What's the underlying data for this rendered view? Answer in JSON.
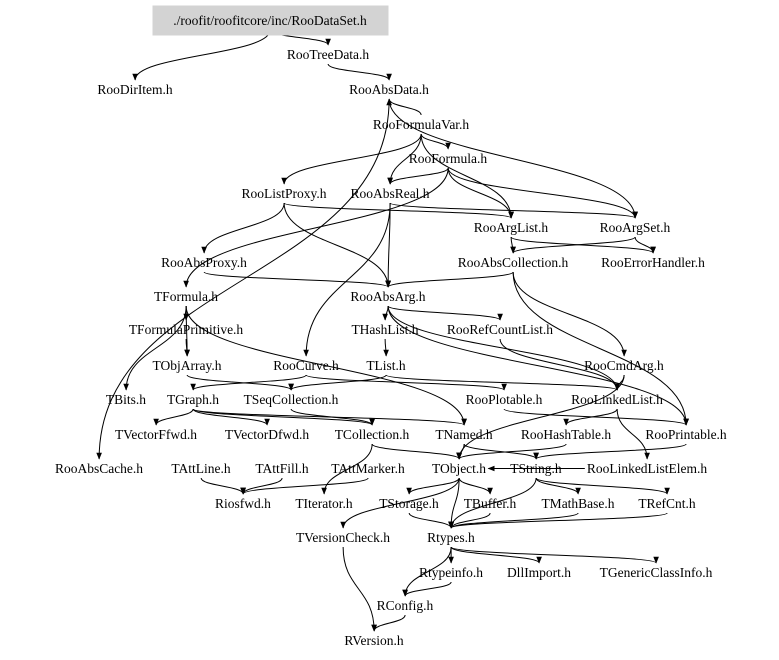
{
  "diagram": {
    "type": "include-dependency-graph",
    "root": {
      "id": "root",
      "label": "./roofit/roofitcore/inc/RooDataSet.h",
      "highlight_color": "#d3d3d3"
    },
    "nodes": [
      {
        "id": "RooTreeData",
        "label": "RooTreeData.h"
      },
      {
        "id": "RooDirItem",
        "label": "RooDirItem.h"
      },
      {
        "id": "RooAbsData",
        "label": "RooAbsData.h"
      },
      {
        "id": "RooFormulaVar",
        "label": "RooFormulaVar.h"
      },
      {
        "id": "RooFormula",
        "label": "RooFormula.h"
      },
      {
        "id": "RooListProxy",
        "label": "RooListProxy.h"
      },
      {
        "id": "RooAbsReal",
        "label": "RooAbsReal.h"
      },
      {
        "id": "RooArgList",
        "label": "RooArgList.h"
      },
      {
        "id": "RooArgSet",
        "label": "RooArgSet.h"
      },
      {
        "id": "RooAbsProxy",
        "label": "RooAbsProxy.h"
      },
      {
        "id": "RooAbsCollection",
        "label": "RooAbsCollection.h"
      },
      {
        "id": "RooErrorHandler",
        "label": "RooErrorHandler.h"
      },
      {
        "id": "TFormula",
        "label": "TFormula.h"
      },
      {
        "id": "RooAbsArg",
        "label": "RooAbsArg.h"
      },
      {
        "id": "TFormulaPrimitive",
        "label": "TFormulaPrimitive.h"
      },
      {
        "id": "THashList",
        "label": "THashList.h"
      },
      {
        "id": "RooRefCountList",
        "label": "RooRefCountList.h"
      },
      {
        "id": "TObjArray",
        "label": "TObjArray.h"
      },
      {
        "id": "RooCurve",
        "label": "RooCurve.h"
      },
      {
        "id": "TList",
        "label": "TList.h"
      },
      {
        "id": "RooCmdArg",
        "label": "RooCmdArg.h"
      },
      {
        "id": "TBits",
        "label": "TBits.h"
      },
      {
        "id": "TGraph",
        "label": "TGraph.h"
      },
      {
        "id": "TSeqCollection",
        "label": "TSeqCollection.h"
      },
      {
        "id": "RooPlotable",
        "label": "RooPlotable.h"
      },
      {
        "id": "RooLinkedList",
        "label": "RooLinkedList.h"
      },
      {
        "id": "TVectorFfwd",
        "label": "TVectorFfwd.h"
      },
      {
        "id": "TVectorDfwd",
        "label": "TVectorDfwd.h"
      },
      {
        "id": "TCollection",
        "label": "TCollection.h"
      },
      {
        "id": "TNamed",
        "label": "TNamed.h"
      },
      {
        "id": "RooHashTable",
        "label": "RooHashTable.h"
      },
      {
        "id": "RooPrintable",
        "label": "RooPrintable.h"
      },
      {
        "id": "RooAbsCache",
        "label": "RooAbsCache.h"
      },
      {
        "id": "TAttLine",
        "label": "TAttLine.h"
      },
      {
        "id": "TAttFill",
        "label": "TAttFill.h"
      },
      {
        "id": "TAttMarker",
        "label": "TAttMarker.h"
      },
      {
        "id": "TObject",
        "label": "TObject.h"
      },
      {
        "id": "TString",
        "label": "TString.h"
      },
      {
        "id": "RooLinkedListElem",
        "label": "RooLinkedListElem.h"
      },
      {
        "id": "Riosfwd",
        "label": "Riosfwd.h"
      },
      {
        "id": "TIterator",
        "label": "TIterator.h"
      },
      {
        "id": "TStorage",
        "label": "TStorage.h"
      },
      {
        "id": "TBuffer",
        "label": "TBuffer.h"
      },
      {
        "id": "TMathBase",
        "label": "TMathBase.h"
      },
      {
        "id": "TRefCnt",
        "label": "TRefCnt.h"
      },
      {
        "id": "TVersionCheck",
        "label": "TVersionCheck.h"
      },
      {
        "id": "Rtypes",
        "label": "Rtypes.h"
      },
      {
        "id": "Rtypeinfo",
        "label": "Rtypeinfo.h"
      },
      {
        "id": "DllImport",
        "label": "DllImport.h"
      },
      {
        "id": "TGenericClassInfo",
        "label": "TGenericClassInfo.h"
      },
      {
        "id": "RConfig",
        "label": "RConfig.h"
      },
      {
        "id": "RVersion",
        "label": "RVersion.h"
      }
    ],
    "edges": [
      [
        "root",
        "RooTreeData"
      ],
      [
        "root",
        "RooDirItem"
      ],
      [
        "RooTreeData",
        "RooAbsData"
      ],
      [
        "RooAbsData",
        "RooArgSet"
      ],
      [
        "RooAbsData",
        "RooAbsCache"
      ],
      [
        "RooFormulaVar",
        "RooAbsData"
      ],
      [
        "RooFormulaVar",
        "RooFormula"
      ],
      [
        "RooFormulaVar",
        "RooAbsReal"
      ],
      [
        "RooFormulaVar",
        "RooListProxy"
      ],
      [
        "RooFormulaVar",
        "RooArgList"
      ],
      [
        "RooFormula",
        "RooAbsReal"
      ],
      [
        "RooFormula",
        "RooArgSet"
      ],
      [
        "RooFormula",
        "RooArgList"
      ],
      [
        "RooFormula",
        "TFormula"
      ],
      [
        "RooListProxy",
        "RooArgList"
      ],
      [
        "RooListProxy",
        "RooAbsProxy"
      ],
      [
        "RooListProxy",
        "RooAbsArg"
      ],
      [
        "RooAbsReal",
        "RooAbsArg"
      ],
      [
        "RooAbsReal",
        "RooCurve"
      ],
      [
        "RooAbsReal",
        "RooArgSet"
      ],
      [
        "RooArgList",
        "RooAbsCollection"
      ],
      [
        "RooArgList",
        "RooErrorHandler"
      ],
      [
        "RooArgSet",
        "RooErrorHandler"
      ],
      [
        "RooArgSet",
        "RooAbsCollection"
      ],
      [
        "RooAbsCollection",
        "RooAbsArg"
      ],
      [
        "RooAbsCollection",
        "RooCmdArg"
      ],
      [
        "RooAbsCollection",
        "RooPrintable"
      ],
      [
        "RooAbsProxy",
        "RooAbsArg"
      ],
      [
        "TFormula",
        "TFormulaPrimitive"
      ],
      [
        "TFormula",
        "TObjArray"
      ],
      [
        "TFormula",
        "TBits"
      ],
      [
        "TFormula",
        "TNamed"
      ],
      [
        "TFormulaPrimitive",
        "TObjArray"
      ],
      [
        "RooAbsArg",
        "THashList"
      ],
      [
        "RooAbsArg",
        "RooRefCountList"
      ],
      [
        "RooAbsArg",
        "RooPrintable"
      ],
      [
        "RooAbsArg",
        "RooLinkedList"
      ],
      [
        "THashList",
        "TList"
      ],
      [
        "RooRefCountList",
        "RooLinkedList"
      ],
      [
        "TObjArray",
        "TSeqCollection"
      ],
      [
        "RooCurve",
        "TGraph"
      ],
      [
        "RooCurve",
        "RooPlotable"
      ],
      [
        "TList",
        "TSeqCollection"
      ],
      [
        "TList",
        "RooLinkedList"
      ],
      [
        "RooCmdArg",
        "RooLinkedList"
      ],
      [
        "RooCmdArg",
        "TObject"
      ],
      [
        "TGraph",
        "TVectorFfwd"
      ],
      [
        "TGraph",
        "TVectorDfwd"
      ],
      [
        "TGraph",
        "TCollection"
      ],
      [
        "TGraph",
        "TNamed"
      ],
      [
        "TSeqCollection",
        "TCollection"
      ],
      [
        "RooPlotable",
        "RooPrintable"
      ],
      [
        "RooLinkedList",
        "RooHashTable"
      ],
      [
        "RooLinkedList",
        "RooLinkedListElem"
      ],
      [
        "TCollection",
        "TObject"
      ],
      [
        "TCollection",
        "TIterator"
      ],
      [
        "TNamed",
        "TObject"
      ],
      [
        "TNamed",
        "TString"
      ],
      [
        "RooHashTable",
        "TObject"
      ],
      [
        "RooPrintable",
        "TString"
      ],
      [
        "TAttLine",
        "Riosfwd"
      ],
      [
        "TAttFill",
        "Riosfwd"
      ],
      [
        "TAttMarker",
        "Riosfwd"
      ],
      [
        "TObject",
        "TStorage"
      ],
      [
        "TObject",
        "TBuffer"
      ],
      [
        "TObject",
        "Rtypes"
      ],
      [
        "TObject",
        "TVersionCheck"
      ],
      [
        "TString",
        "TMathBase"
      ],
      [
        "TString",
        "TRefCnt"
      ],
      [
        "TString",
        "Rtypes"
      ],
      [
        "RooLinkedListElem",
        "TObject"
      ],
      [
        "TStorage",
        "Rtypes"
      ],
      [
        "TBuffer",
        "Rtypes"
      ],
      [
        "TMathBase",
        "Rtypes"
      ],
      [
        "TRefCnt",
        "Rtypes"
      ],
      [
        "TVersionCheck",
        "RVersion"
      ],
      [
        "Rtypes",
        "Rtypeinfo"
      ],
      [
        "Rtypes",
        "DllImport"
      ],
      [
        "Rtypes",
        "TGenericClassInfo"
      ],
      [
        "Rtypes",
        "RConfig"
      ],
      [
        "Rtypeinfo",
        "RConfig"
      ],
      [
        "RConfig",
        "RVersion"
      ]
    ]
  }
}
